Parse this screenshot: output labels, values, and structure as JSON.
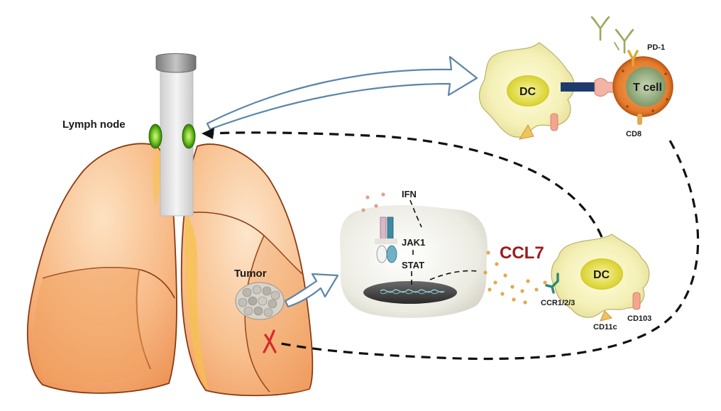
{
  "labels": {
    "lymph_node": "Lymph node",
    "tumor": "Tumor",
    "dc_top": "DC",
    "t_cell": "T cell",
    "pd1": "PD-1",
    "cd8": "CD8",
    "ifn": "IFN",
    "jak1": "JAK1",
    "stat": "STAT",
    "ccl7": "CCL7",
    "dc_bottom": "DC",
    "ccr": "CCR1/2/3",
    "cd11c": "CD11c",
    "cd103": "CD103"
  },
  "colors": {
    "lung_fill": "#f6b27a",
    "lymph_node": "#6fc21f",
    "dc_fill": "#f4f0b6",
    "t_cell": "#e07b2e",
    "ccl7_text": "#9b1c1c",
    "block_mark": "#d42a2a",
    "arrow_outline": "#5b86a8"
  }
}
